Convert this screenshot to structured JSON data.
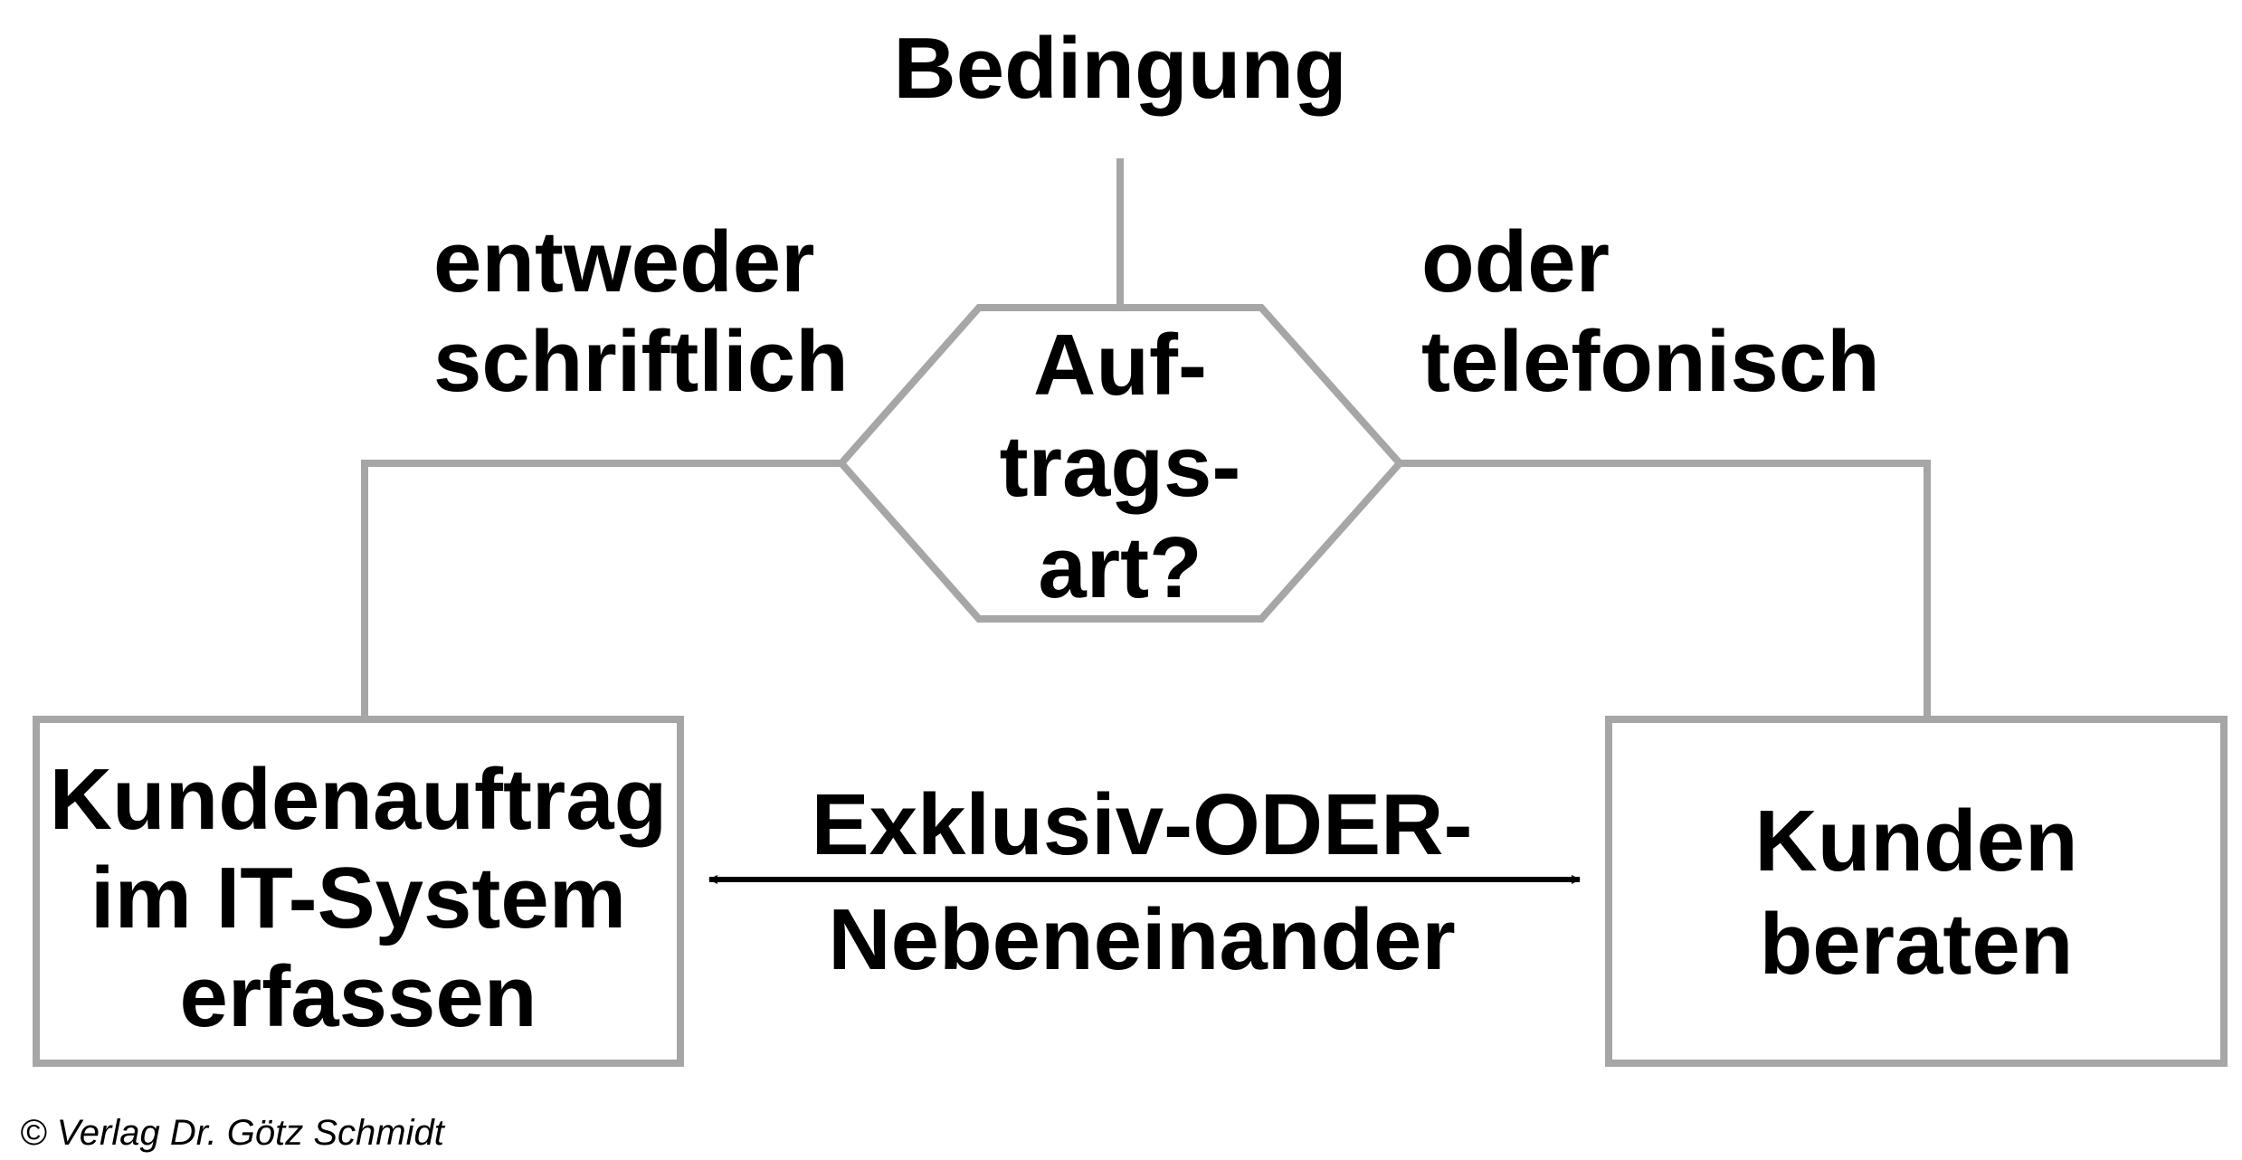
{
  "title": "Bedingung",
  "decision": {
    "lines": [
      "Auf-",
      "trags-",
      "art?"
    ]
  },
  "branches": {
    "left": [
      "entweder",
      "schriftlich"
    ],
    "right": [
      "oder",
      "telefonisch"
    ]
  },
  "boxes": {
    "left": [
      "Kundenauftrag",
      "im IT-System",
      "erfassen"
    ],
    "right": [
      "Kunden",
      "beraten"
    ]
  },
  "relation": [
    "Exklusiv-ODER-",
    "Nebeneinander"
  ],
  "copyright": "© Verlag Dr. Götz Schmidt",
  "colors": {
    "stroke": "#a6a6a6",
    "text": "#000000",
    "background": "#ffffff"
  }
}
